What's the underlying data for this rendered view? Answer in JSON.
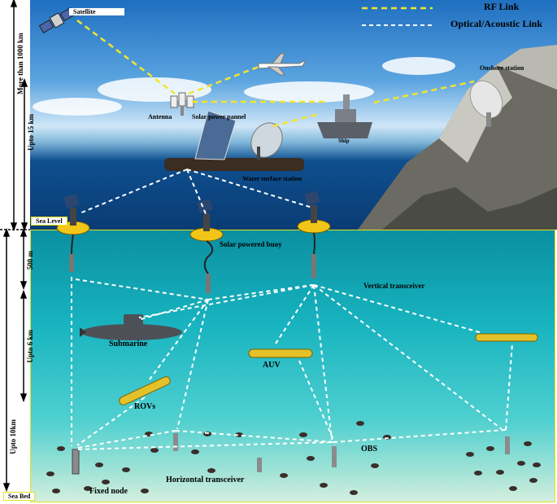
{
  "legend": {
    "rf_link": "RF Link",
    "optical_acoustic_link": "Optical/Acoustic Link",
    "rf_color": "#f2e52a",
    "optical_color": "#ffffff"
  },
  "left_scale": {
    "more_than_1000km": "More than 1000 km",
    "upto_15km": "Upto 15 km",
    "sea_level": "Sea Level",
    "depth_500m": "500 m",
    "upto_6km": "Upto 6 km",
    "upto_10km": "Upto 10km",
    "sea_bed": "Sea Bed"
  },
  "surface": {
    "satellite": "Satellite",
    "antenna": "Antenna",
    "solar_power_panel": "Solar power pannel",
    "ship": "Ship",
    "onshore_station": "Onshore station",
    "water_surface_station": "Water surface station"
  },
  "underwater": {
    "solar_powered_buoy": "Solar powered buoy",
    "vertical_transceiver": "Vertical transceiver",
    "submarine": "Submarine",
    "auv": "AUV",
    "rovs": "ROVs",
    "obs": "OBS",
    "horizontal_transceiver": "Horizontal transceiver",
    "fixed_node": "Fixed node"
  }
}
